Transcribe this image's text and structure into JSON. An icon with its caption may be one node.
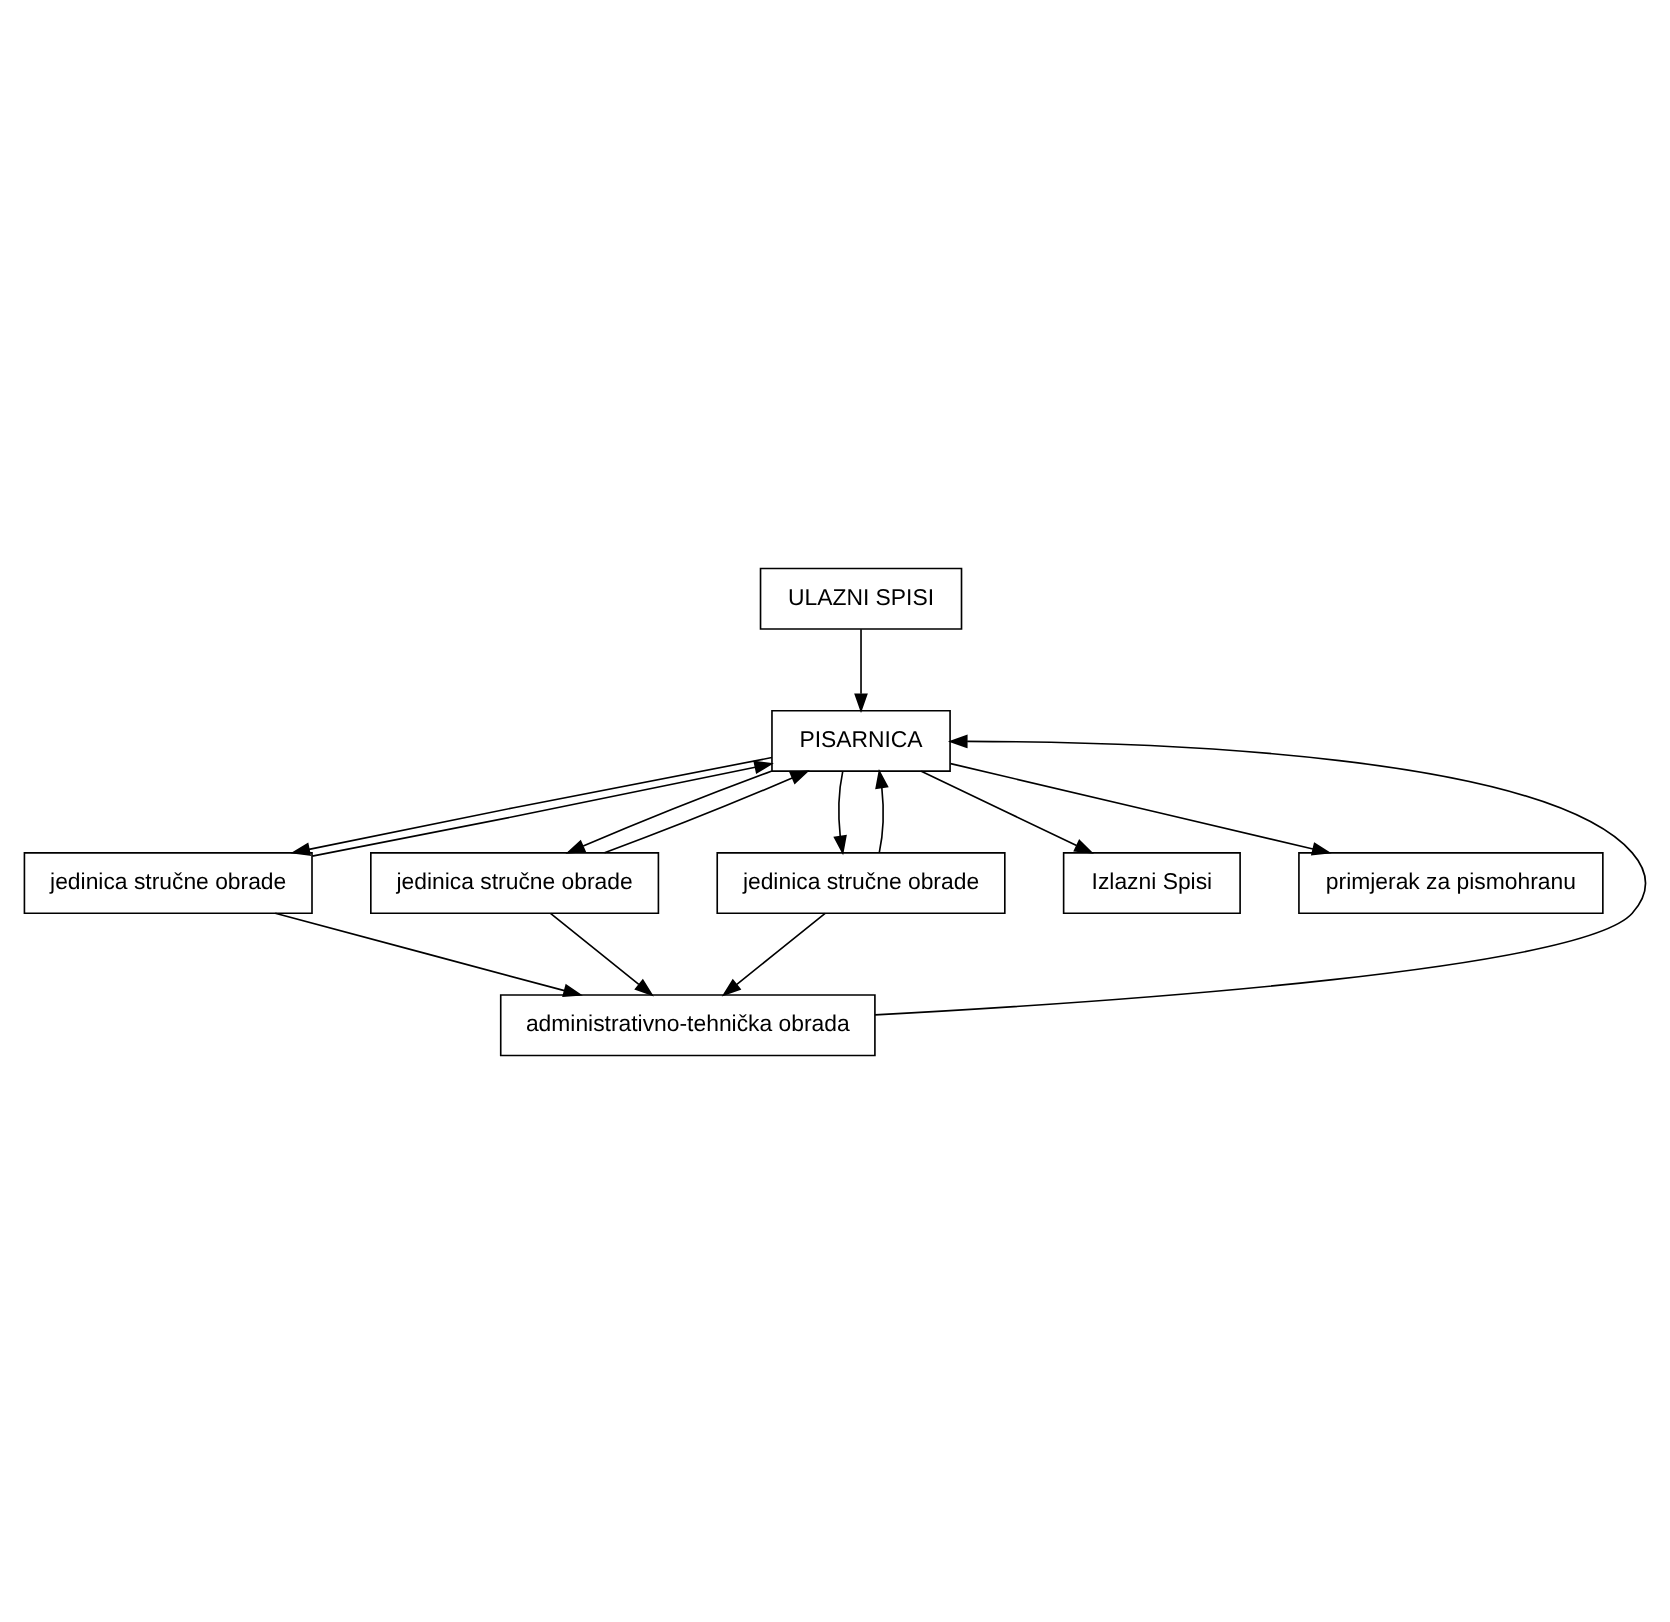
{
  "diagram": {
    "nodes": [
      {
        "text": [
          "ULAZNI SPISI"
        ]
      },
      {
        "text": [
          "PISARNICA"
        ]
      },
      {
        "text": [
          "jedinica stručne obrade"
        ]
      },
      {
        "text": [
          "jedinica stručne obrade"
        ]
      },
      {
        "text": [
          "jedinica stručne obrade"
        ]
      },
      {
        "text": [
          "Izlazni Spisi"
        ]
      },
      {
        "text": [
          "administrativno-tehnička obrada"
        ]
      },
      {
        "text": [
          "primjerak za pismohranu"
        ]
      }
    ],
    "edges": [
      {
        "from": 0,
        "to": 1,
        "arrow": "to"
      },
      {
        "from": 1,
        "to": 2,
        "arrow": "to"
      },
      {
        "from": 2,
        "to": 1,
        "arrow": "to"
      },
      {
        "from": 1,
        "to": 3,
        "arrow": "to"
      },
      {
        "from": 3,
        "to": 1,
        "arrow": "to"
      },
      {
        "from": 1,
        "to": 4,
        "arrow": "to"
      },
      {
        "from": 4,
        "to": 1,
        "arrow": "to"
      },
      {
        "from": 2,
        "to": 6,
        "arrow": "to"
      },
      {
        "from": 3,
        "to": 6,
        "arrow": "to"
      },
      {
        "from": 4,
        "to": 6,
        "arrow": "to"
      },
      {
        "from": 6,
        "to": 1,
        "arrow": "to"
      },
      {
        "from": 1,
        "to": 5,
        "arrow": "to"
      },
      {
        "from": 1,
        "to": 7,
        "arrow": "to"
      }
    ]
  }
}
